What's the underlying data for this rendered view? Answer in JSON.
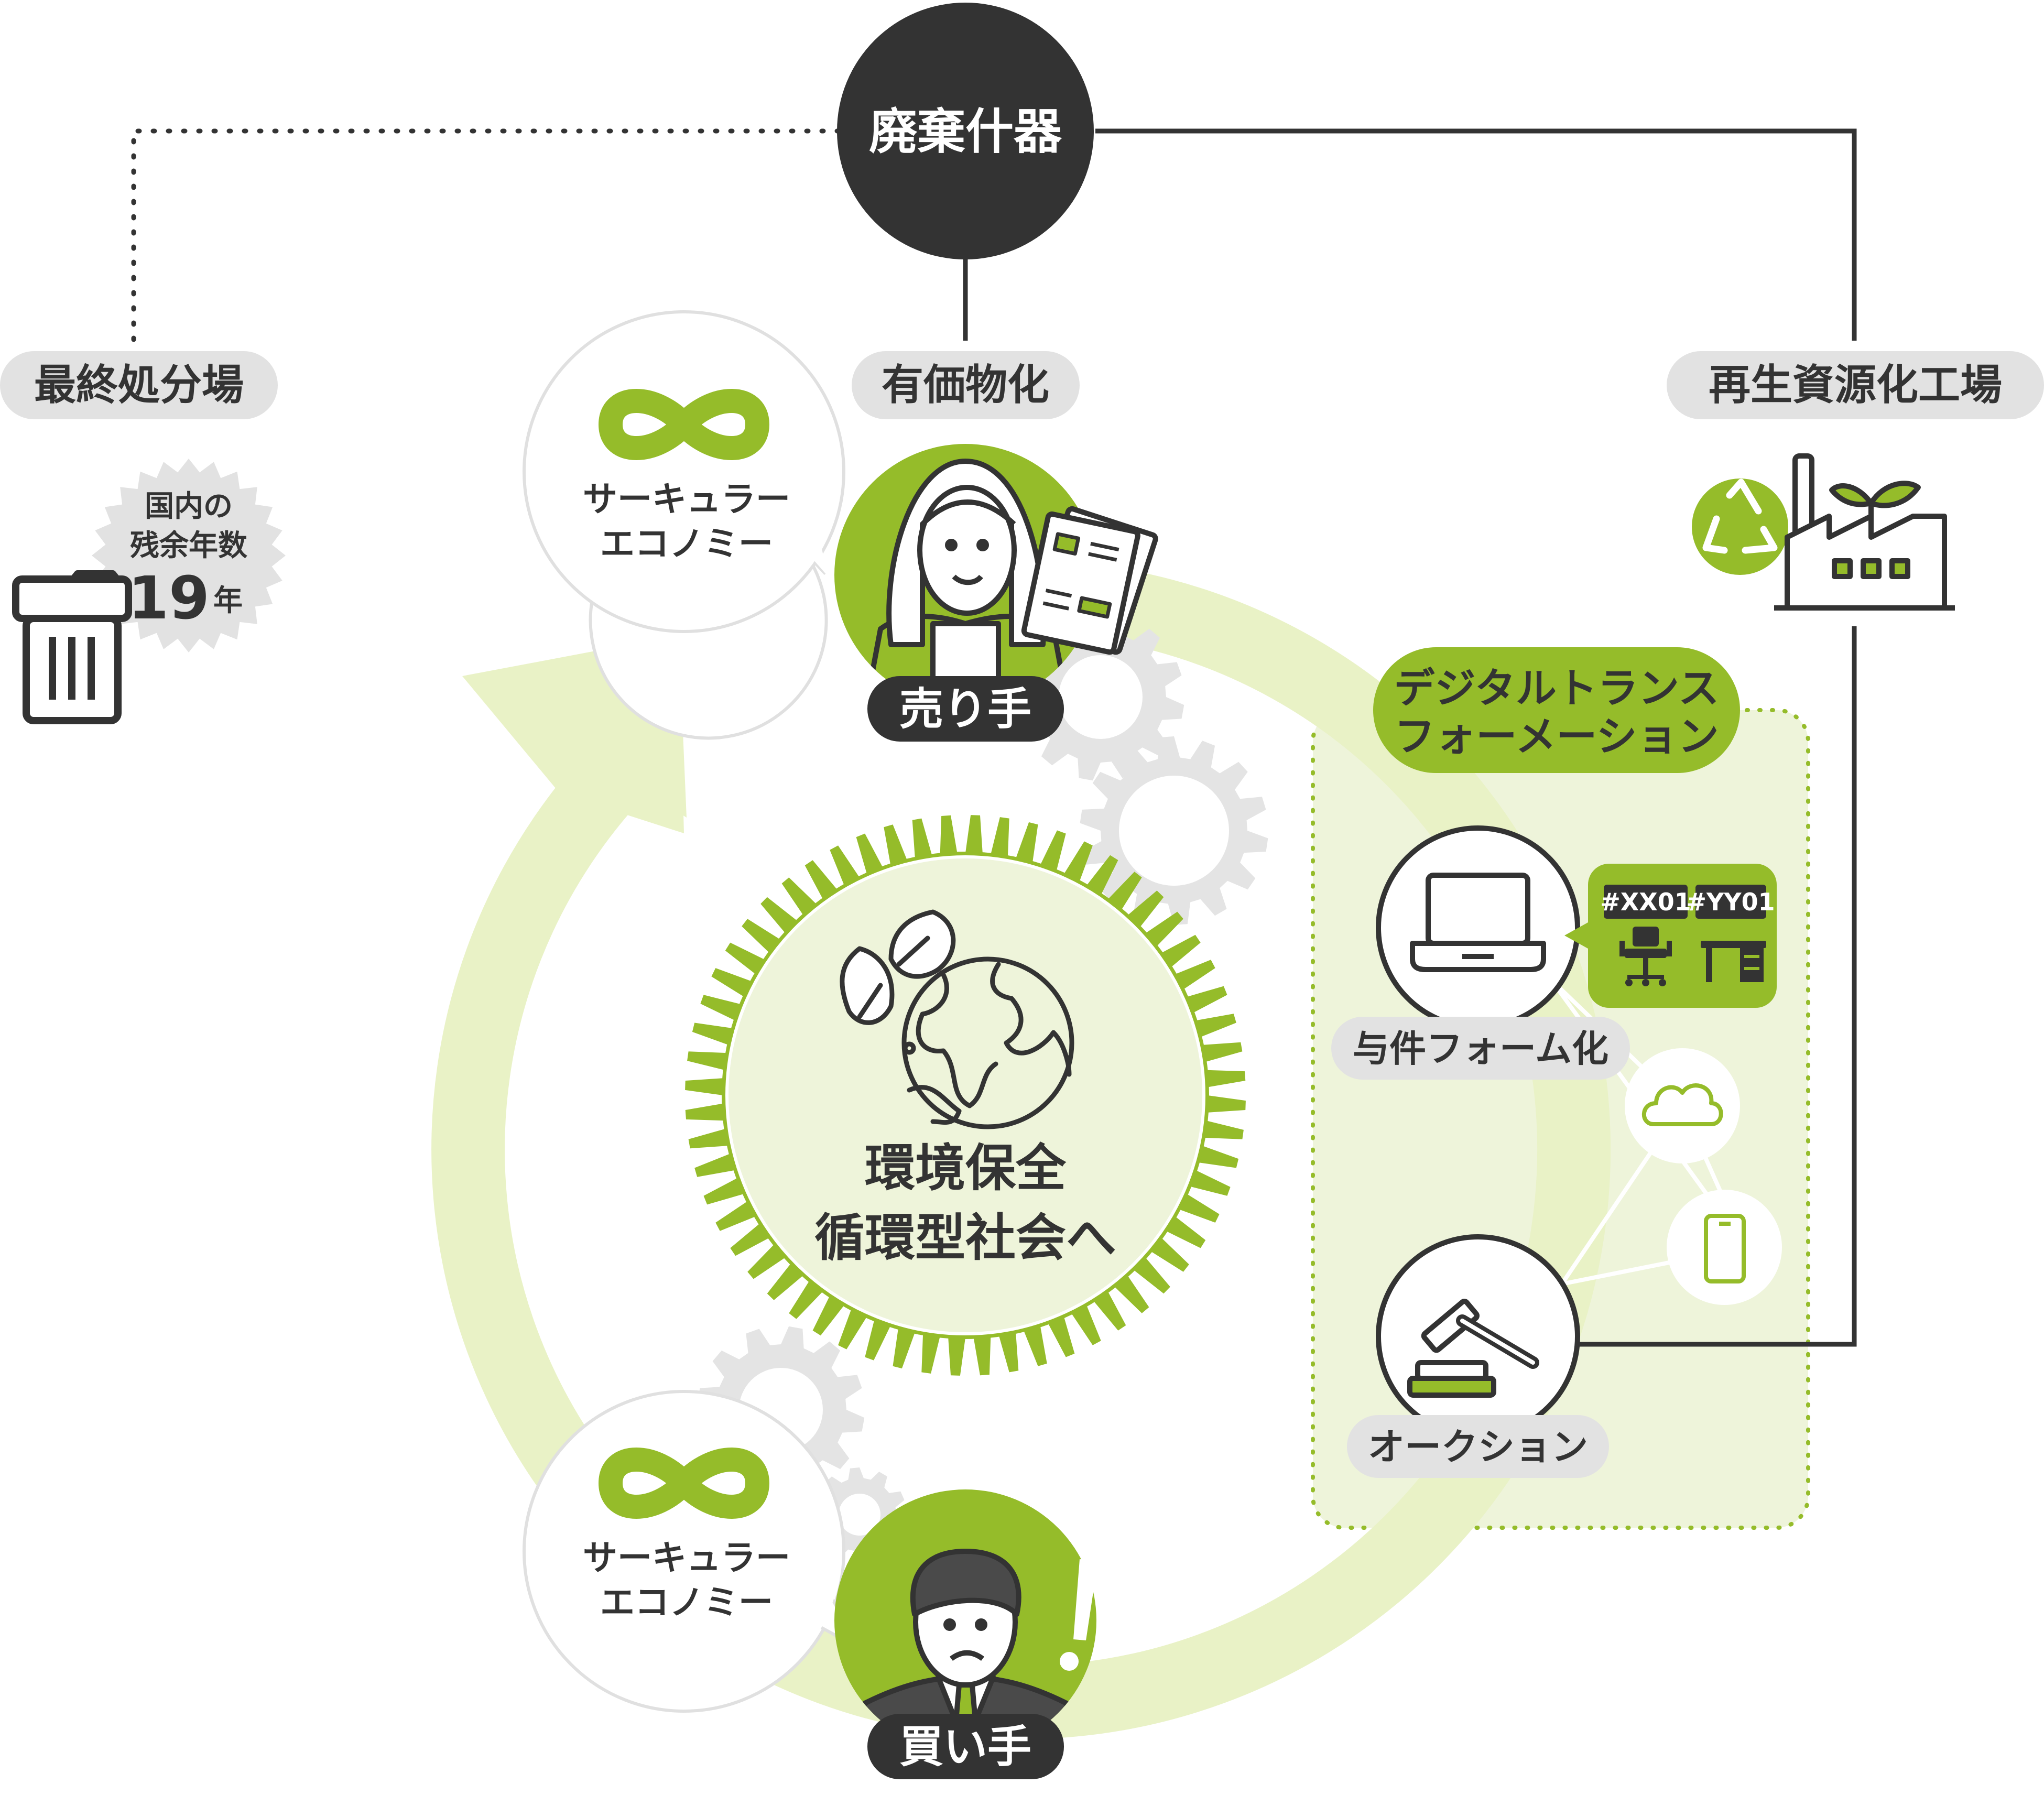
{
  "top_node": {
    "label": "廃棄什器"
  },
  "branches": {
    "final_disposal": "最終処分場",
    "valorization": "有価物化",
    "recycling_plant": "再生資源化工場"
  },
  "landfill_badge": {
    "line1": "国内の",
    "line2": "残余年数",
    "value": "19",
    "unit": "年"
  },
  "circular_bubble_top": {
    "line1": "サーキュラー",
    "line2": "エコノミー"
  },
  "circular_bubble_bottom": {
    "line1": "サーキュラー",
    "line2": "エコノミー"
  },
  "seller": {
    "label": "売り手"
  },
  "buyer": {
    "label": "買い手"
  },
  "center": {
    "line1": "環境保全",
    "line2": "循環型社会へ"
  },
  "dx_panel": {
    "title_line1": "デジタルトランス",
    "title_line2": "フォーメーション",
    "form_label": "与件フォーム化",
    "auction_label": "オークション",
    "tag1": "#XX01",
    "tag2": "#YY01"
  },
  "icons": [
    "infinity-icon",
    "trash-can-icon",
    "recycle-icon",
    "factory-icon",
    "laptop-icon",
    "chair-icon",
    "desk-icon",
    "cloud-icon",
    "smartphone-icon",
    "gavel-icon",
    "earth-leaf-icon",
    "gear-icon",
    "exclamation-icon"
  ],
  "colors": {
    "accent": "#95bc2a",
    "accent_light": "#e9f2c6",
    "dark": "#333333",
    "pill_gray": "#e2e2e2",
    "gear_gray": "#e4e4e4"
  }
}
